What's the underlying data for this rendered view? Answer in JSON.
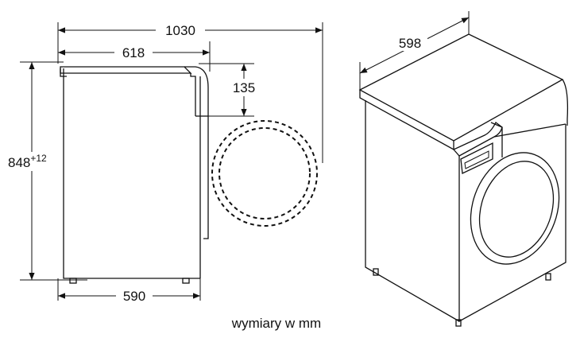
{
  "dimensions": {
    "overall_depth_with_door": "1030",
    "body_depth": "618",
    "base_depth": "590",
    "door_offset": "135",
    "height": "848",
    "height_tolerance": "+12",
    "width": "598"
  },
  "caption": "wymiary w mm"
}
